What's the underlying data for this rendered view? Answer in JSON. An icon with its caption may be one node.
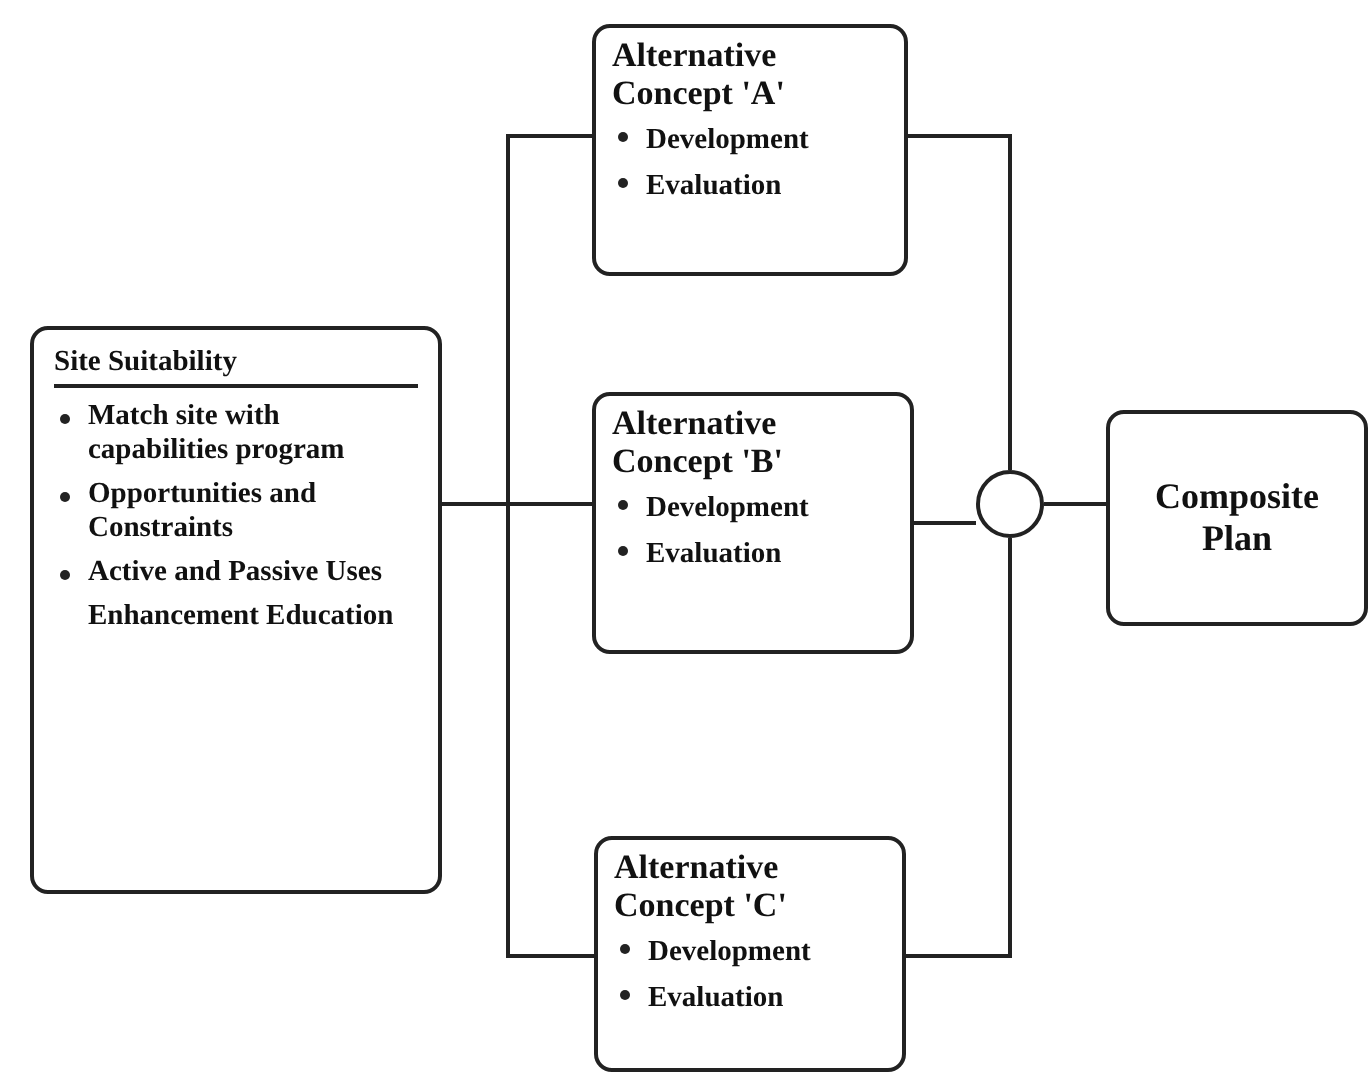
{
  "diagram": {
    "nodes": [
      {
        "text": [
          "Site Suitability",
          "Match site with capabilities program",
          "Opportunities and Constraints",
          "Active and Passive Uses",
          "Enhancement Education"
        ]
      },
      {
        "text": [
          "Alternative Concept 'A'",
          "Development",
          "Evaluation"
        ]
      },
      {
        "text": [
          "Alternative Concept 'B'",
          "Development",
          "Evaluation"
        ]
      },
      {
        "text": [
          "Alternative Concept 'C'",
          "Development",
          "Evaluation"
        ]
      },
      {
        "text": [],
        "shape": "circle"
      },
      {
        "text": [
          "Composite Plan"
        ]
      }
    ],
    "edges": [
      {
        "from": 0,
        "to": 1,
        "arrow": "none"
      },
      {
        "from": 0,
        "to": 2,
        "arrow": "none"
      },
      {
        "from": 0,
        "to": 3,
        "arrow": "none"
      },
      {
        "from": 1,
        "to": 4,
        "arrow": "none"
      },
      {
        "from": 2,
        "to": 4,
        "arrow": "none"
      },
      {
        "from": 3,
        "to": 4,
        "arrow": "none"
      },
      {
        "from": 4,
        "to": 5,
        "arrow": "none"
      }
    ]
  }
}
